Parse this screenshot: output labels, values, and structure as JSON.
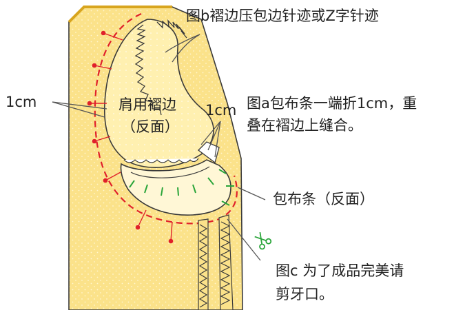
{
  "labels": {
    "top": "图b褶边压包边针迹或Z字针迹",
    "one_cm_left": "1cm",
    "facing_line1": "肩用褶边",
    "facing_line2": "（反面）",
    "one_cm_mid": "1cm",
    "step_a_line1": "图a包布条一端折1cm，重",
    "step_a_line2": "叠在褶边上缝合。",
    "bias_strip": "包布条（反面）",
    "step_c_line1": "图c  为了成品完美请",
    "step_c_line2": "剪牙口。"
  },
  "icons": {
    "scissors": "scissors-icon"
  },
  "colors": {
    "fabric": "#fbe28a",
    "fabric_light": "#fff1b8",
    "fabric_edge": "#d8a51e",
    "outline": "#3a3a3a",
    "stitch_red": "#e0202a",
    "clip_green": "#2aa53a",
    "leader": "#555555"
  }
}
